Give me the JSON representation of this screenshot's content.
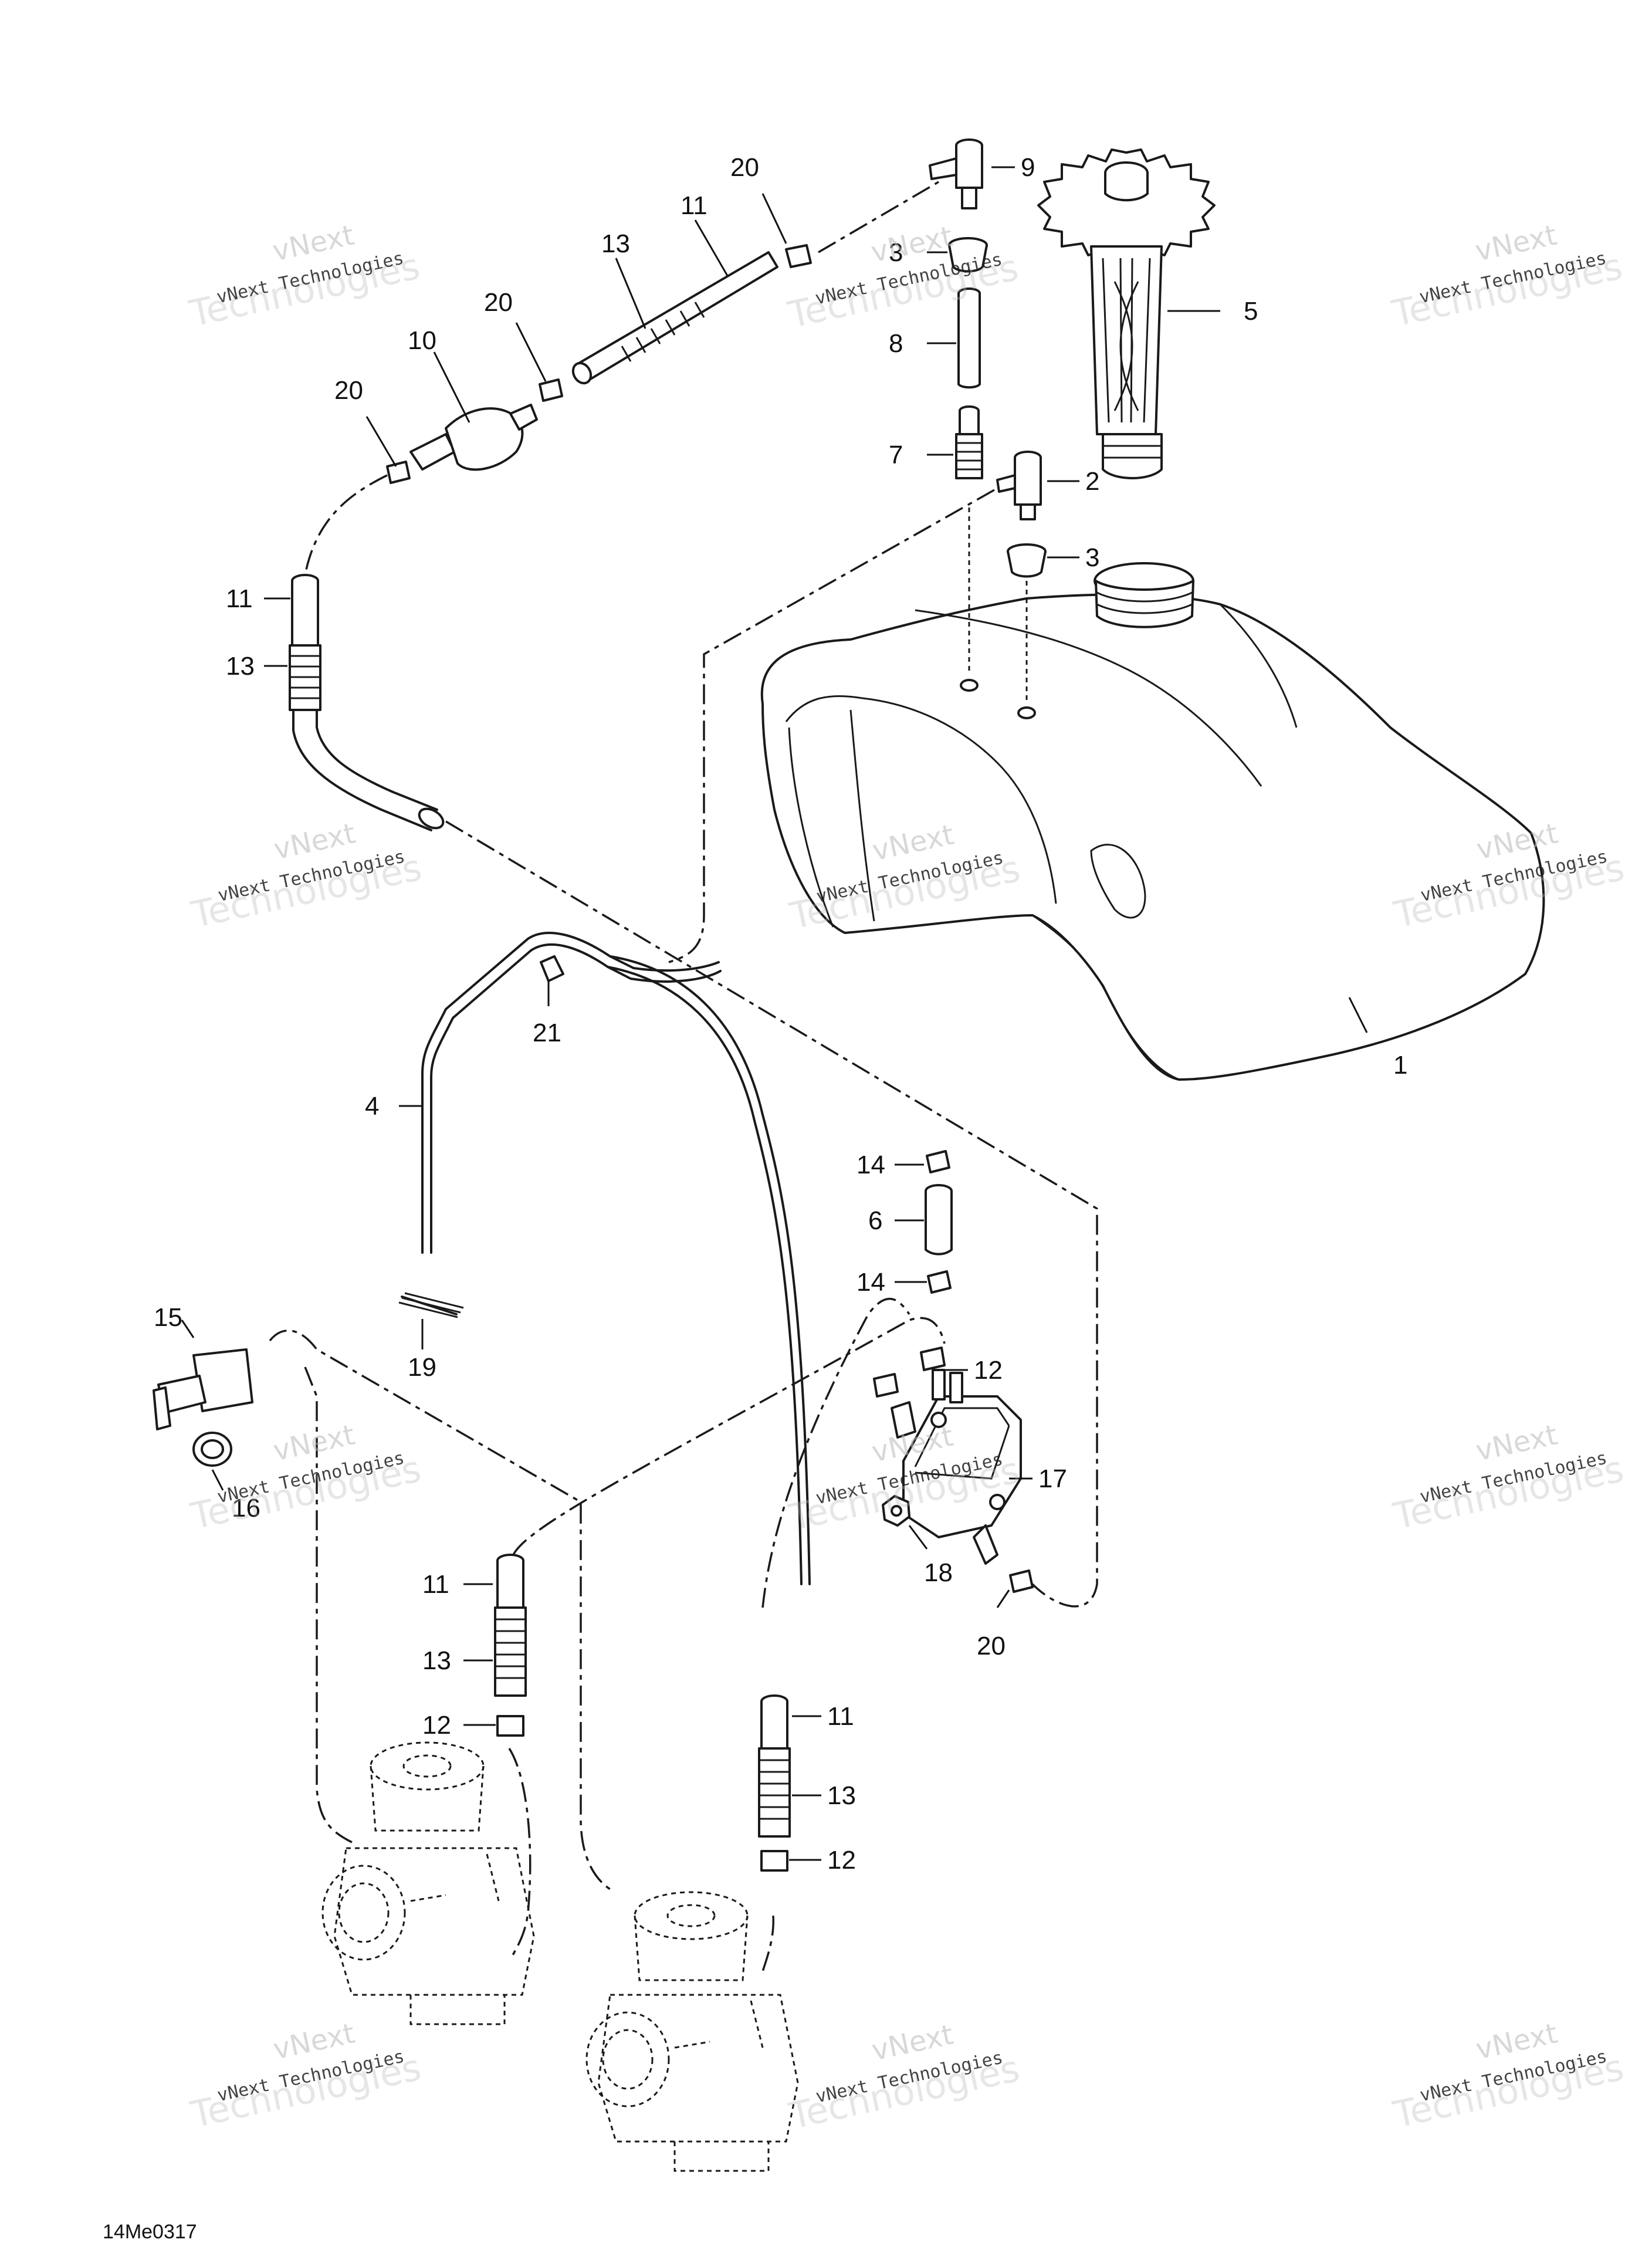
{
  "diagram": {
    "drawing_code": "14Me0317",
    "callouts": {
      "c1": "1",
      "c2": "2",
      "c3a": "3",
      "c3b": "3",
      "c4": "4",
      "c5": "5",
      "c6": "6",
      "c7": "7",
      "c8": "8",
      "c9": "9",
      "c10": "10",
      "c11a": "11",
      "c11b": "11",
      "c11c": "11",
      "c11d": "11",
      "c12a": "12",
      "c12b": "12",
      "c12c": "12",
      "c13a": "13",
      "c13b": "13",
      "c13c": "13",
      "c13d": "13",
      "c14a": "14",
      "c14b": "14",
      "c15": "15",
      "c16": "16",
      "c17": "17",
      "c18": "18",
      "c19": "19",
      "c20a": "20",
      "c20b": "20",
      "c20c": "20",
      "c20d": "20",
      "c21": "21"
    }
  },
  "watermark": {
    "line1": "vNext",
    "line2": "Technologies",
    "line3": "vNext Technologies"
  }
}
